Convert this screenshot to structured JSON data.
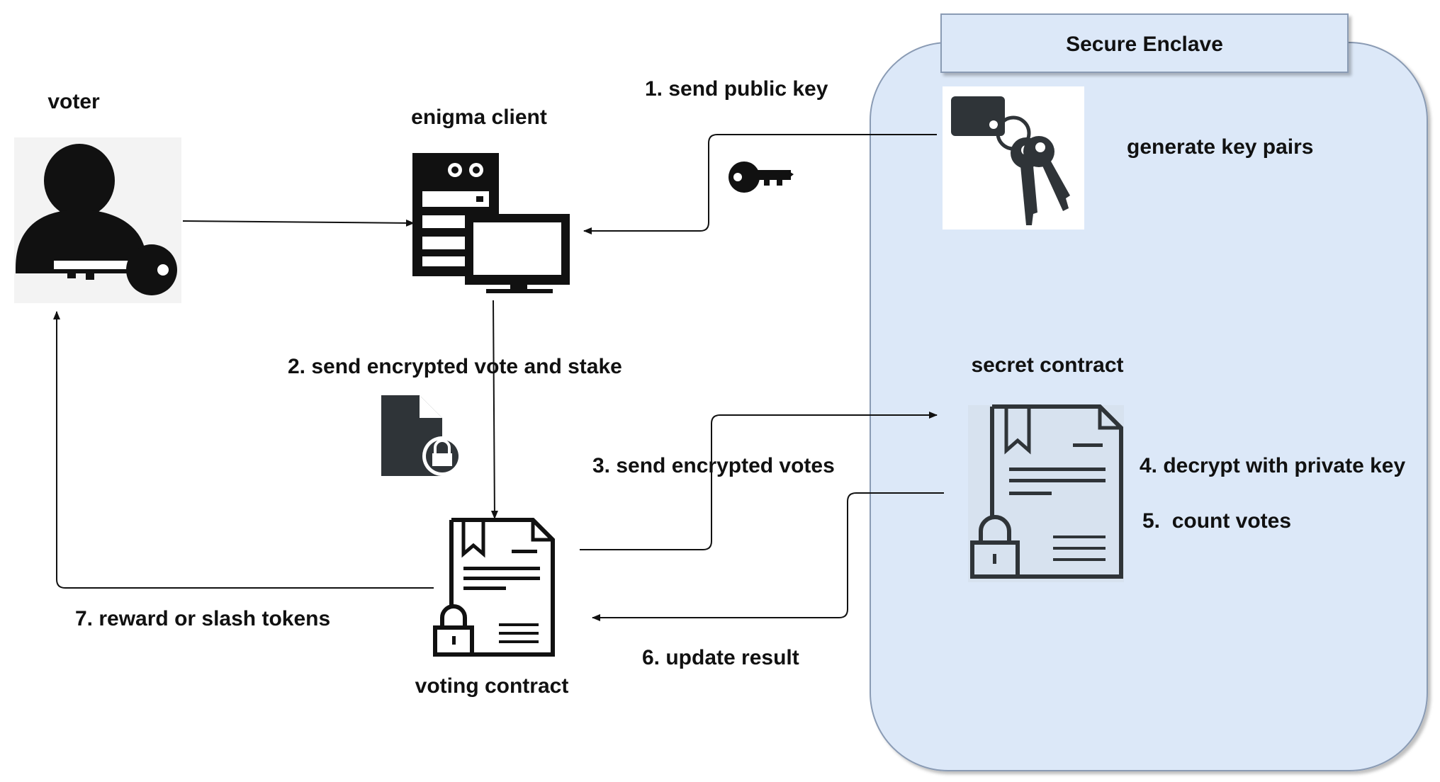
{
  "enclave": {
    "title": "Secure Enclave",
    "fill_color": "#dce8f8",
    "border_color": "#8a9bb4"
  },
  "nodes": {
    "voter": "voter",
    "enigma_client": "enigma client",
    "voting_contract": "voting contract",
    "secret_contract": "secret contract",
    "generate_key_pairs": "generate key pairs"
  },
  "steps": {
    "send_public_key": "1. send public key",
    "send_encrypted_vote_and_stake": "2. send encrypted vote and stake",
    "send_encrypted_votes": "3. send encrypted votes",
    "decrypt_with_private_key": "4. decrypt with private key",
    "count_votes": "5.  count votes",
    "update_result": "6. update result",
    "reward_or_slash_tokens": "7. reward or slash tokens"
  },
  "icons": {
    "voter": "user-with-key-icon",
    "enigma_client": "server-computer-icon",
    "key_pairs": "keychain-icon",
    "public_key": "key-icon",
    "encrypted_file": "locked-file-icon",
    "voting_contract": "locked-contract-icon",
    "secret_contract": "locked-contract-icon"
  },
  "colors": {
    "icon_dark": "#111111",
    "icon_gray": "#2f3438"
  }
}
